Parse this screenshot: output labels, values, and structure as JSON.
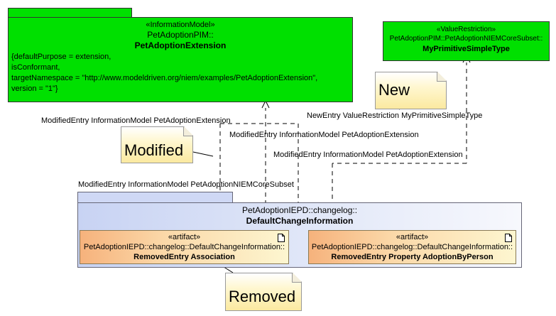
{
  "info_model": {
    "stereotype": "«InformationModel»",
    "namespace": "PetAdoptionPIM::",
    "name": "PetAdoptionExtension",
    "tagged_values": [
      "{defaultPurpose = extension,",
      "isConformant,",
      "targetNamespace = \"http://www.modeldriven.org/niem/examples/PetAdoptionExtension\",",
      "version = \"1\"}"
    ]
  },
  "value_restriction": {
    "stereotype": "«ValueRestriction»",
    "namespace": "PetAdoptionPIM::PetAdoptionNIEMCoreSubset::",
    "name": "MyPrimitiveSimpleType"
  },
  "notes": {
    "new": "New",
    "modified": "Modified",
    "removed": "Removed"
  },
  "labels": {
    "modified_entry_1": "ModifiedEntry InformationModel PetAdoptionExtension",
    "new_entry": "NewEntry ValueRestriction MyPrimitiveSimpleType",
    "modified_entry_2": "ModifiedEntry InformationModel PetAdoptionExtension",
    "modified_entry_3": "ModifiedEntry InformationModel PetAdoptionExtension",
    "modified_entry_4": "ModifiedEntry InformationModel PetAdoptionNIEMCoreSubset"
  },
  "package": {
    "namespace": "PetAdoptionIEPD::changelog::",
    "name": "DefaultChangeInformation"
  },
  "artifacts": [
    {
      "stereotype": "«artifact»",
      "namespace": "PetAdoptionIEPD::changelog::DefaultChangeInformation::",
      "name": "RemovedEntry Association"
    },
    {
      "stereotype": "«artifact»",
      "namespace": "PetAdoptionIEPD::changelog::DefaultChangeInformation::",
      "name": "RemovedEntry Property AdoptionByPerson"
    }
  ],
  "colors": {
    "model_fill": "#00e000",
    "package_fill": "#cfd8f5",
    "note_fill": "#fbe9a0",
    "artifact_fill": "#f6b27c"
  },
  "icons": [
    "document-icon",
    "note-fold-icon"
  ]
}
